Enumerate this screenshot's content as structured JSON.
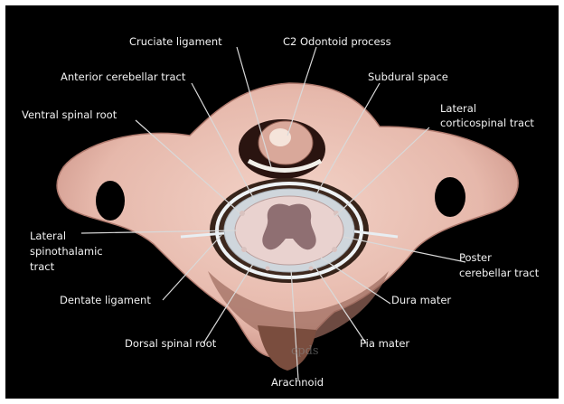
{
  "labels": {
    "cruciate": "Cruciate ligament",
    "odontoid": "C2 Odontoid process",
    "anterior_cerebellar": "Anterior cerebellar tract",
    "subdural": "Subdural space",
    "ventral_root": "Ventral spinal root",
    "lateral_cs_1": "Lateral",
    "lateral_cs_2": "corticospinal tract",
    "lateral_st_1": "Lateral",
    "lateral_st_2": "spinothalamic",
    "lateral_st_3": "tract",
    "poster_cb_1": "Poster",
    "poster_cb_2": "cerebellar tract",
    "dentate": "Dentate ligament",
    "dura": "Dura mater",
    "dorsal_root": "Dorsal spinal root",
    "pia": "Pia mater",
    "arachnoid": "Arachnoid"
  },
  "watermark": "cpds"
}
